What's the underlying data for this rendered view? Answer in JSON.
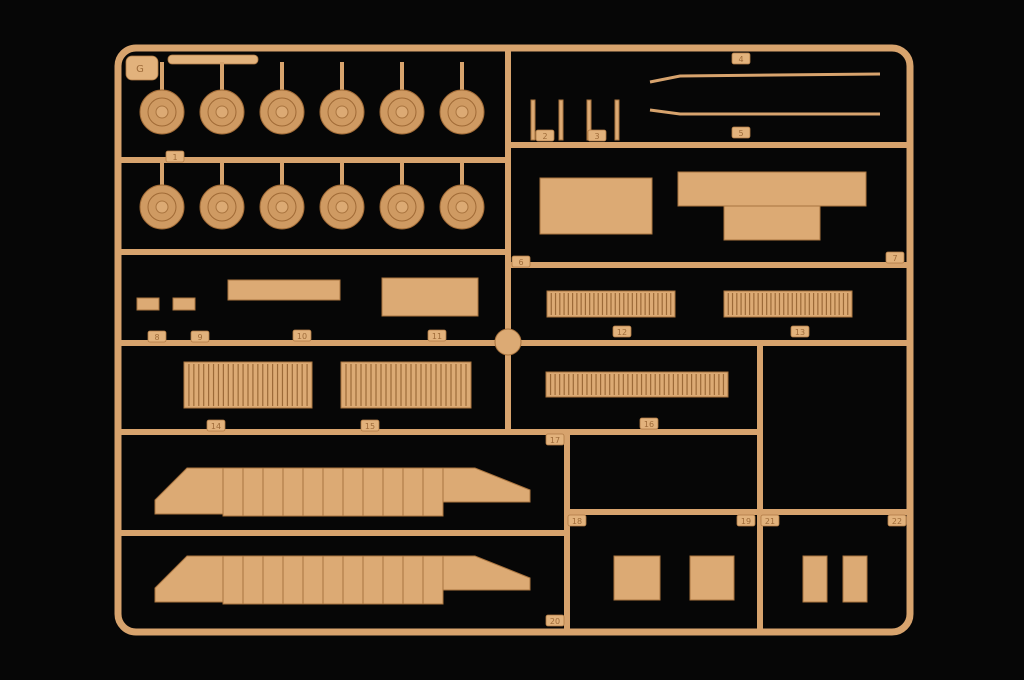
{
  "sprue": {
    "letter": "G",
    "colors": {
      "plastic": "#d7a36d",
      "background": "#060606"
    },
    "part_numbers": [
      "1",
      "2",
      "3",
      "4",
      "5",
      "6",
      "7",
      "8",
      "9",
      "10",
      "11",
      "12",
      "13",
      "14",
      "15",
      "16",
      "17",
      "18",
      "19",
      "20",
      "21",
      "22"
    ]
  }
}
